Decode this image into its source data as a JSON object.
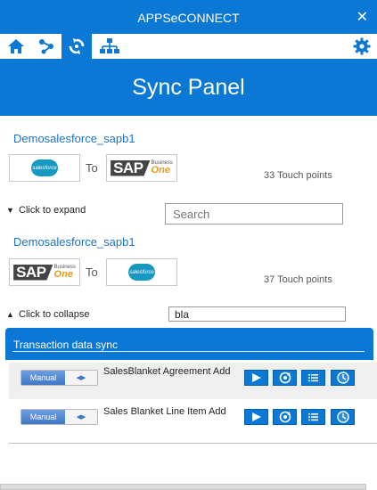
{
  "app": {
    "title": "APPSeCONNECT",
    "close_glyph": "✕"
  },
  "toolbar": {
    "icons": [
      "home-icon",
      "network-icon",
      "sync-icon",
      "org-chart-icon",
      "gear-icon"
    ],
    "accent": "#0a78d4"
  },
  "page": {
    "title": "Sync Panel"
  },
  "connections": [
    {
      "name": "Demosalesforce_sapb1",
      "from_logo": "salesforce",
      "to_label": "To",
      "to_logo": "SAP Business One",
      "touch_points": "33 Touch points",
      "toggle_label": "Click to expand",
      "search_placeholder": "Search",
      "search_value": ""
    },
    {
      "name": "Demosalesforce_sapb1",
      "from_logo": "SAP Business One",
      "to_label": "To",
      "to_logo": "salesforce",
      "touch_points": "37 Touch points",
      "toggle_label": "Click to collapse",
      "search_placeholder": "",
      "search_value": "bla"
    }
  ],
  "logos": {
    "salesforce_text": "salesforce",
    "sap_word": "SAP",
    "sap_business": "Business",
    "sap_one": "One"
  },
  "group": {
    "title": "Transaction data sync"
  },
  "sync_items": [
    {
      "mode": "Manual",
      "label": "SalesBlanket Agreement Add"
    },
    {
      "mode": "Manual",
      "label": "Sales Blanket Line Item Add"
    }
  ],
  "actions": [
    "play-icon",
    "sync-circle-icon",
    "list-icon",
    "clock-icon"
  ]
}
